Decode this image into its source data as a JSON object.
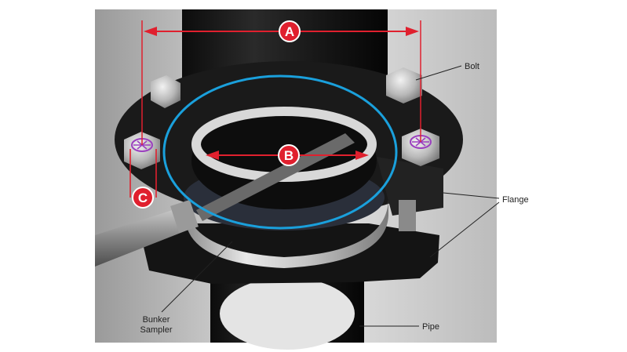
{
  "markers": {
    "a": "A",
    "b": "B",
    "c": "C"
  },
  "labels": {
    "bolt": "Bolt",
    "flange": "Flange",
    "bunker_sampler_line1": "Bunker",
    "bunker_sampler_line2": "Sampler",
    "pipe": "Pipe"
  },
  "colors": {
    "dimension_red": "#e0202e",
    "gasket_blue": "#1aa0dc",
    "bolt_mark_purple": "#9b3fbf"
  }
}
